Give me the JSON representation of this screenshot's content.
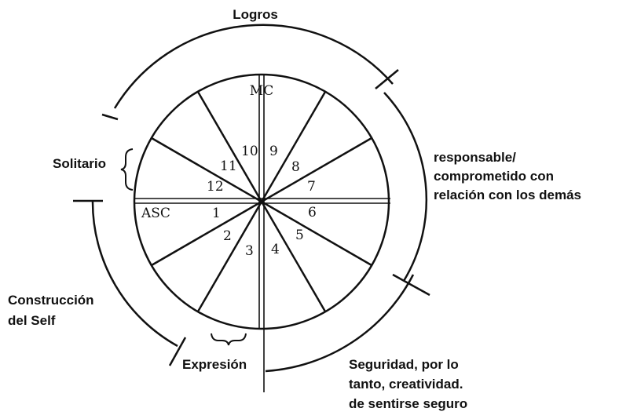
{
  "arc_labels": {
    "top": "Logros",
    "right_line1": "responsable/",
    "right_line2": "comprometido con",
    "right_line3": "relación con los demás",
    "left": "Solitario",
    "bottom_left_line1": "Construcción",
    "bottom_left_line2": "del Self",
    "bottom": "Expresión",
    "bottom_right_line1": "Seguridad, por lo",
    "bottom_right_line2": "tanto, creatividad.",
    "bottom_right_line3": "de sentirse seguro"
  },
  "axes": {
    "top": "MC",
    "left": "ASC"
  },
  "houses": [
    "1",
    "2",
    "3",
    "4",
    "5",
    "6",
    "7",
    "8",
    "9",
    "10",
    "11",
    "12"
  ]
}
